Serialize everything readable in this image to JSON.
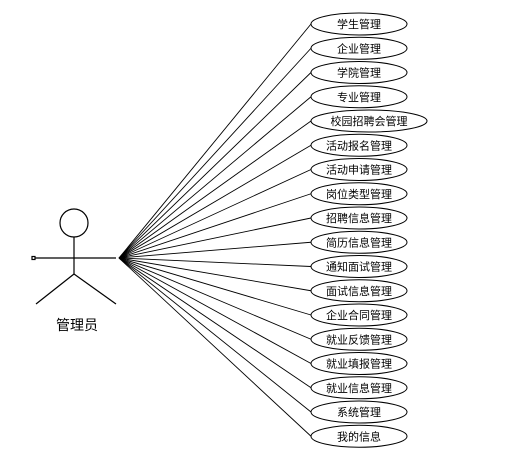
{
  "actor": {
    "label": "管理员"
  },
  "use_cases": [
    {
      "label": "学生管理"
    },
    {
      "label": "企业管理"
    },
    {
      "label": "学院管理"
    },
    {
      "label": "专业管理"
    },
    {
      "label": "校园招聘会管理"
    },
    {
      "label": "活动报名管理"
    },
    {
      "label": "活动申请管理"
    },
    {
      "label": "岗位类型管理"
    },
    {
      "label": "招聘信息管理"
    },
    {
      "label": "简历信息管理"
    },
    {
      "label": "通知面试管理"
    },
    {
      "label": "面试信息管理"
    },
    {
      "label": "企业合同管理"
    },
    {
      "label": "就业反馈管理"
    },
    {
      "label": "就业填报管理"
    },
    {
      "label": "就业信息管理"
    },
    {
      "label": "系统管理"
    },
    {
      "label": "我的信息"
    }
  ],
  "colors": {
    "stroke": "#000000",
    "ellipse_fill": "#ffffff",
    "background": "#ffffff"
  }
}
